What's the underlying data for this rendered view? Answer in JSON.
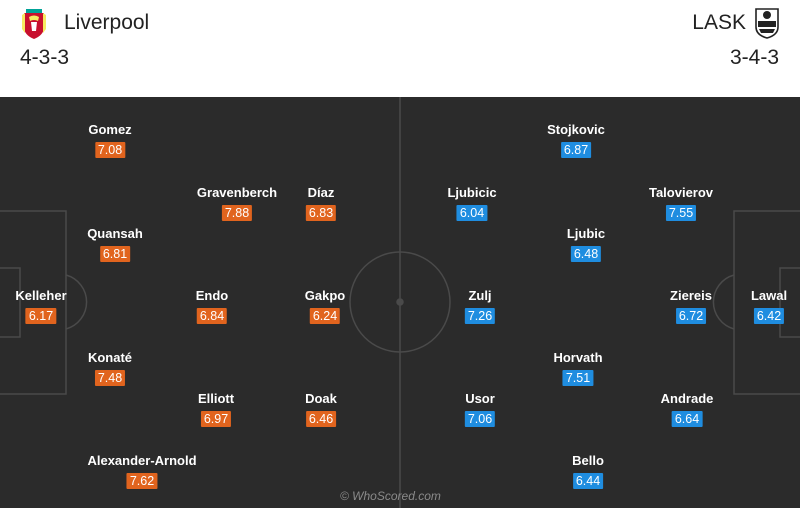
{
  "home": {
    "name": "Liverpool",
    "formation": "4-3-3",
    "crest_icon": "liverpool-crest-icon",
    "rating_color": "#e1641e",
    "players": [
      {
        "name": "Gomez",
        "rating": "7.08"
      },
      {
        "name": "Gravenberch",
        "rating": "7.88"
      },
      {
        "name": "Díaz",
        "rating": "6.83"
      },
      {
        "name": "Quansah",
        "rating": "6.81"
      },
      {
        "name": "Kelleher",
        "rating": "6.17"
      },
      {
        "name": "Endo",
        "rating": "6.84"
      },
      {
        "name": "Gakpo",
        "rating": "6.24"
      },
      {
        "name": "Konaté",
        "rating": "7.48"
      },
      {
        "name": "Elliott",
        "rating": "6.97"
      },
      {
        "name": "Doak",
        "rating": "6.46"
      },
      {
        "name": "Alexander-Arnold",
        "rating": "7.62"
      }
    ]
  },
  "away": {
    "name": "LASK",
    "formation": "3-4-3",
    "crest_icon": "lask-crest-icon",
    "rating_color": "#1f8de0",
    "players": [
      {
        "name": "Stojkovic",
        "rating": "6.87"
      },
      {
        "name": "Ljubicic",
        "rating": "6.04"
      },
      {
        "name": "Talovierov",
        "rating": "7.55"
      },
      {
        "name": "Ljubic",
        "rating": "6.48"
      },
      {
        "name": "Zulj",
        "rating": "7.26"
      },
      {
        "name": "Ziereis",
        "rating": "6.72"
      },
      {
        "name": "Lawal",
        "rating": "6.42"
      },
      {
        "name": "Horvath",
        "rating": "7.51"
      },
      {
        "name": "Usor",
        "rating": "7.06"
      },
      {
        "name": "Andrade",
        "rating": "6.64"
      },
      {
        "name": "Bello",
        "rating": "6.44"
      }
    ]
  },
  "watermark": "© WhoScored.com"
}
